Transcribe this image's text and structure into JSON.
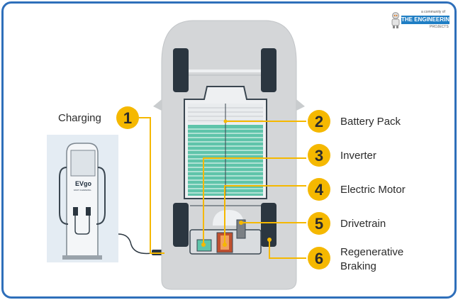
{
  "labels": {
    "charging": "Charging",
    "battery_pack": "Battery Pack",
    "inverter": "Inverter",
    "electric_motor": "Electric Motor",
    "drivetrain": "Drivetrain",
    "regen_line1": "Regenerative",
    "regen_line2": "Braking"
  },
  "numbers": [
    "1",
    "2",
    "3",
    "4",
    "5",
    "6"
  ],
  "charger": {
    "brand": "EVgo",
    "tagline": "FAST CHARGING"
  },
  "logo": {
    "top": "a community of",
    "name": "THE ENGINEERING",
    "bottom": "PROJECTS"
  },
  "colors": {
    "accent": "#f5b800",
    "frame": "#2f6fba",
    "battery": "#5fc4aa",
    "car": "#d4d6d8"
  }
}
